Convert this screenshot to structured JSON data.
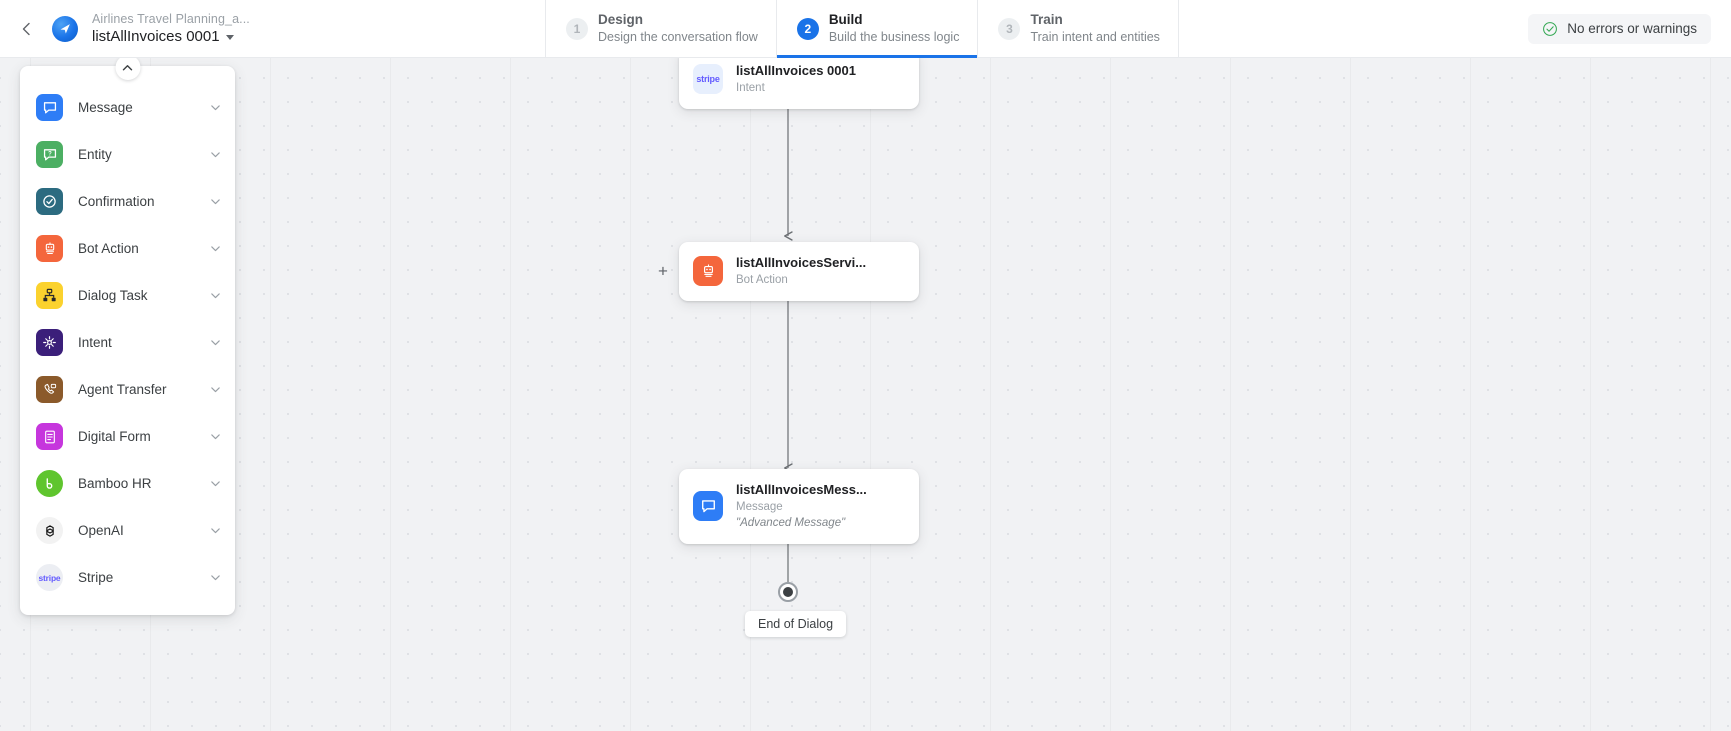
{
  "topbar": {
    "back_icon": "chevron-left-icon",
    "avatar_icon": "bot-avatar-icon",
    "breadcrumb": "Airlines Travel Planning_a...",
    "title": "listAllInvoices 0001",
    "steps": [
      {
        "num": "1",
        "name": "Design",
        "desc": "Design the conversation flow",
        "active": false
      },
      {
        "num": "2",
        "name": "Build",
        "desc": "Build the business logic",
        "active": true
      },
      {
        "num": "3",
        "name": "Train",
        "desc": "Train intent and entities",
        "active": false
      }
    ],
    "status": {
      "icon": "check-circle-icon",
      "label": "No errors or warnings",
      "color": "#34a853"
    }
  },
  "palette": {
    "collapse_icon": "chevron-up-icon",
    "items": [
      {
        "label": "Message",
        "icon": "message-icon",
        "color": "#2e7df6",
        "shape": "square"
      },
      {
        "label": "Entity",
        "icon": "entity-icon",
        "color": "#4caf63",
        "shape": "square"
      },
      {
        "label": "Confirmation",
        "icon": "confirmation-icon",
        "color": "#2c6b80",
        "shape": "square"
      },
      {
        "label": "Bot Action",
        "icon": "bot-action-icon",
        "color": "#f4663c",
        "shape": "square"
      },
      {
        "label": "Dialog Task",
        "icon": "dialog-task-icon",
        "color": "#fbd22e",
        "shape": "square"
      },
      {
        "label": "Intent",
        "icon": "intent-icon",
        "color": "#3b1f7a",
        "shape": "square"
      },
      {
        "label": "Agent Transfer",
        "icon": "agent-transfer-icon",
        "color": "#8b5a2b",
        "shape": "square"
      },
      {
        "label": "Digital Form",
        "icon": "digital-form-icon",
        "color": "#c636dd",
        "shape": "square"
      },
      {
        "label": "Bamboo HR",
        "icon": "bamboo-hr-icon",
        "color": "#5fc52e",
        "shape": "round"
      },
      {
        "label": "OpenAI",
        "icon": "openai-icon",
        "color": "#f2f2f2",
        "shape": "round"
      },
      {
        "label": "Stripe",
        "icon": "stripe-icon",
        "color": "#eceef3",
        "shape": "round"
      }
    ],
    "chevron_icon": "chevron-down-icon"
  },
  "flow": {
    "nodes": [
      {
        "title": "listAllInvoices 0001",
        "subtitle": "Intent",
        "extra": "",
        "icon": "stripe-icon",
        "icon_color": "#e7effd",
        "has_add_handle": false
      },
      {
        "title": "listAllInvoicesServi...",
        "subtitle": "Bot Action",
        "extra": "",
        "icon": "bot-action-icon",
        "icon_color": "#f4663c",
        "has_add_handle": true,
        "add_label": "+"
      },
      {
        "title": "listAllInvoicesMess...",
        "subtitle": "Message",
        "extra": "\"Advanced Message\"",
        "icon": "message-icon",
        "icon_color": "#2e7df6",
        "has_add_handle": false
      }
    ],
    "end": {
      "icon": "end-node-icon",
      "label": "End of Dialog"
    }
  }
}
